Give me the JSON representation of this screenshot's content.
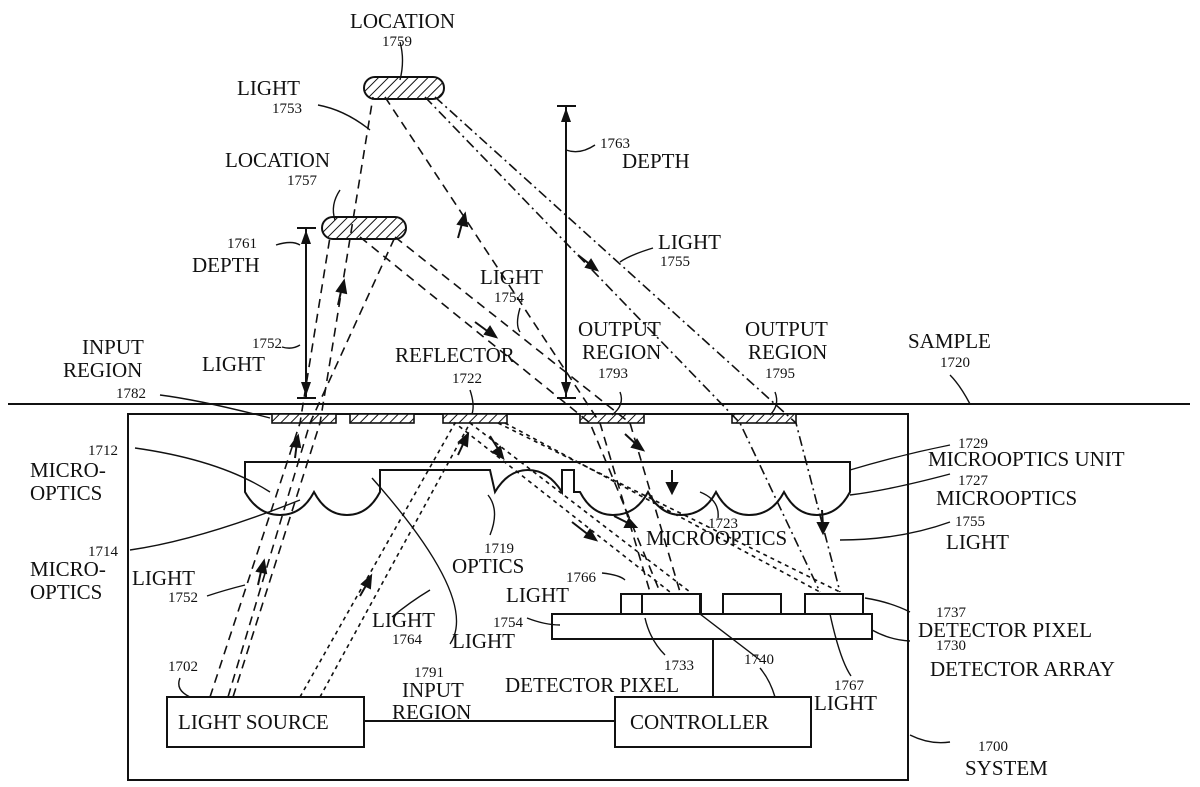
{
  "labels": {
    "location_1759": "LOCATION",
    "n1759": "1759",
    "light_1753": "LIGHT",
    "n1753": "1753",
    "location_1757": "LOCATION",
    "n1757": "1757",
    "n1763": "1763",
    "depth_1763": "DEPTH",
    "n1761": "1761",
    "depth_1761": "DEPTH",
    "light_1755_top": "LIGHT",
    "n1755_top": "1755",
    "light_1754": "LIGHT",
    "n1754_top": "1754",
    "n1752_top": "1752",
    "light_1752_top": "LIGHT",
    "input_region_1": "INPUT",
    "input_region_2": "REGION",
    "n1782": "1782",
    "reflector": "REFLECTOR",
    "n1722": "1722",
    "output_region_a1": "OUTPUT",
    "output_region_a2": "REGION",
    "n1793": "1793",
    "output_region_b1": "OUTPUT",
    "output_region_b2": "REGION",
    "n1795": "1795",
    "sample": "SAMPLE",
    "n1720": "1720",
    "n1712": "1712",
    "micro_optics_1a": "MICRO-",
    "micro_optics_1b": "OPTICS",
    "n1729": "1729",
    "microoptics_unit": "MICROOPTICS UNIT",
    "n1727": "1727",
    "microoptics_1727": "MICROOPTICS",
    "n1723": "1723",
    "microoptics_1723": "MICROOPTICS",
    "n1755_bottom": "1755",
    "light_1755_bottom": "LIGHT",
    "n1714": "1714",
    "micro_optics_2a": "MICRO-",
    "micro_optics_2b": "OPTICS",
    "n1719": "1719",
    "optics_1719": "OPTICS",
    "n1766": "1766",
    "light_1766": "LIGHT",
    "light_1752_bottom": "LIGHT",
    "n1752_bottom": "1752",
    "light_1764": "LIGHT",
    "n1764": "1764",
    "n1754_bottom": "1754",
    "light_1754_bottom": "LIGHT",
    "n1737": "1737",
    "detector_pixel_1737": "DETECTOR PIXEL",
    "n1730": "1730",
    "detector_array": "DETECTOR ARRAY",
    "n1733": "1733",
    "detector_pixel_1733": "DETECTOR PIXEL",
    "n1740": "1740",
    "n1702": "1702",
    "n1791": "1791",
    "input_region_1791a": "INPUT",
    "input_region_1791b": "REGION",
    "n1767": "1767",
    "light_1767": "LIGHT",
    "n1700": "1700",
    "system": "SYSTEM",
    "light_source": "LIGHT SOURCE",
    "controller": "CONTROLLER"
  }
}
